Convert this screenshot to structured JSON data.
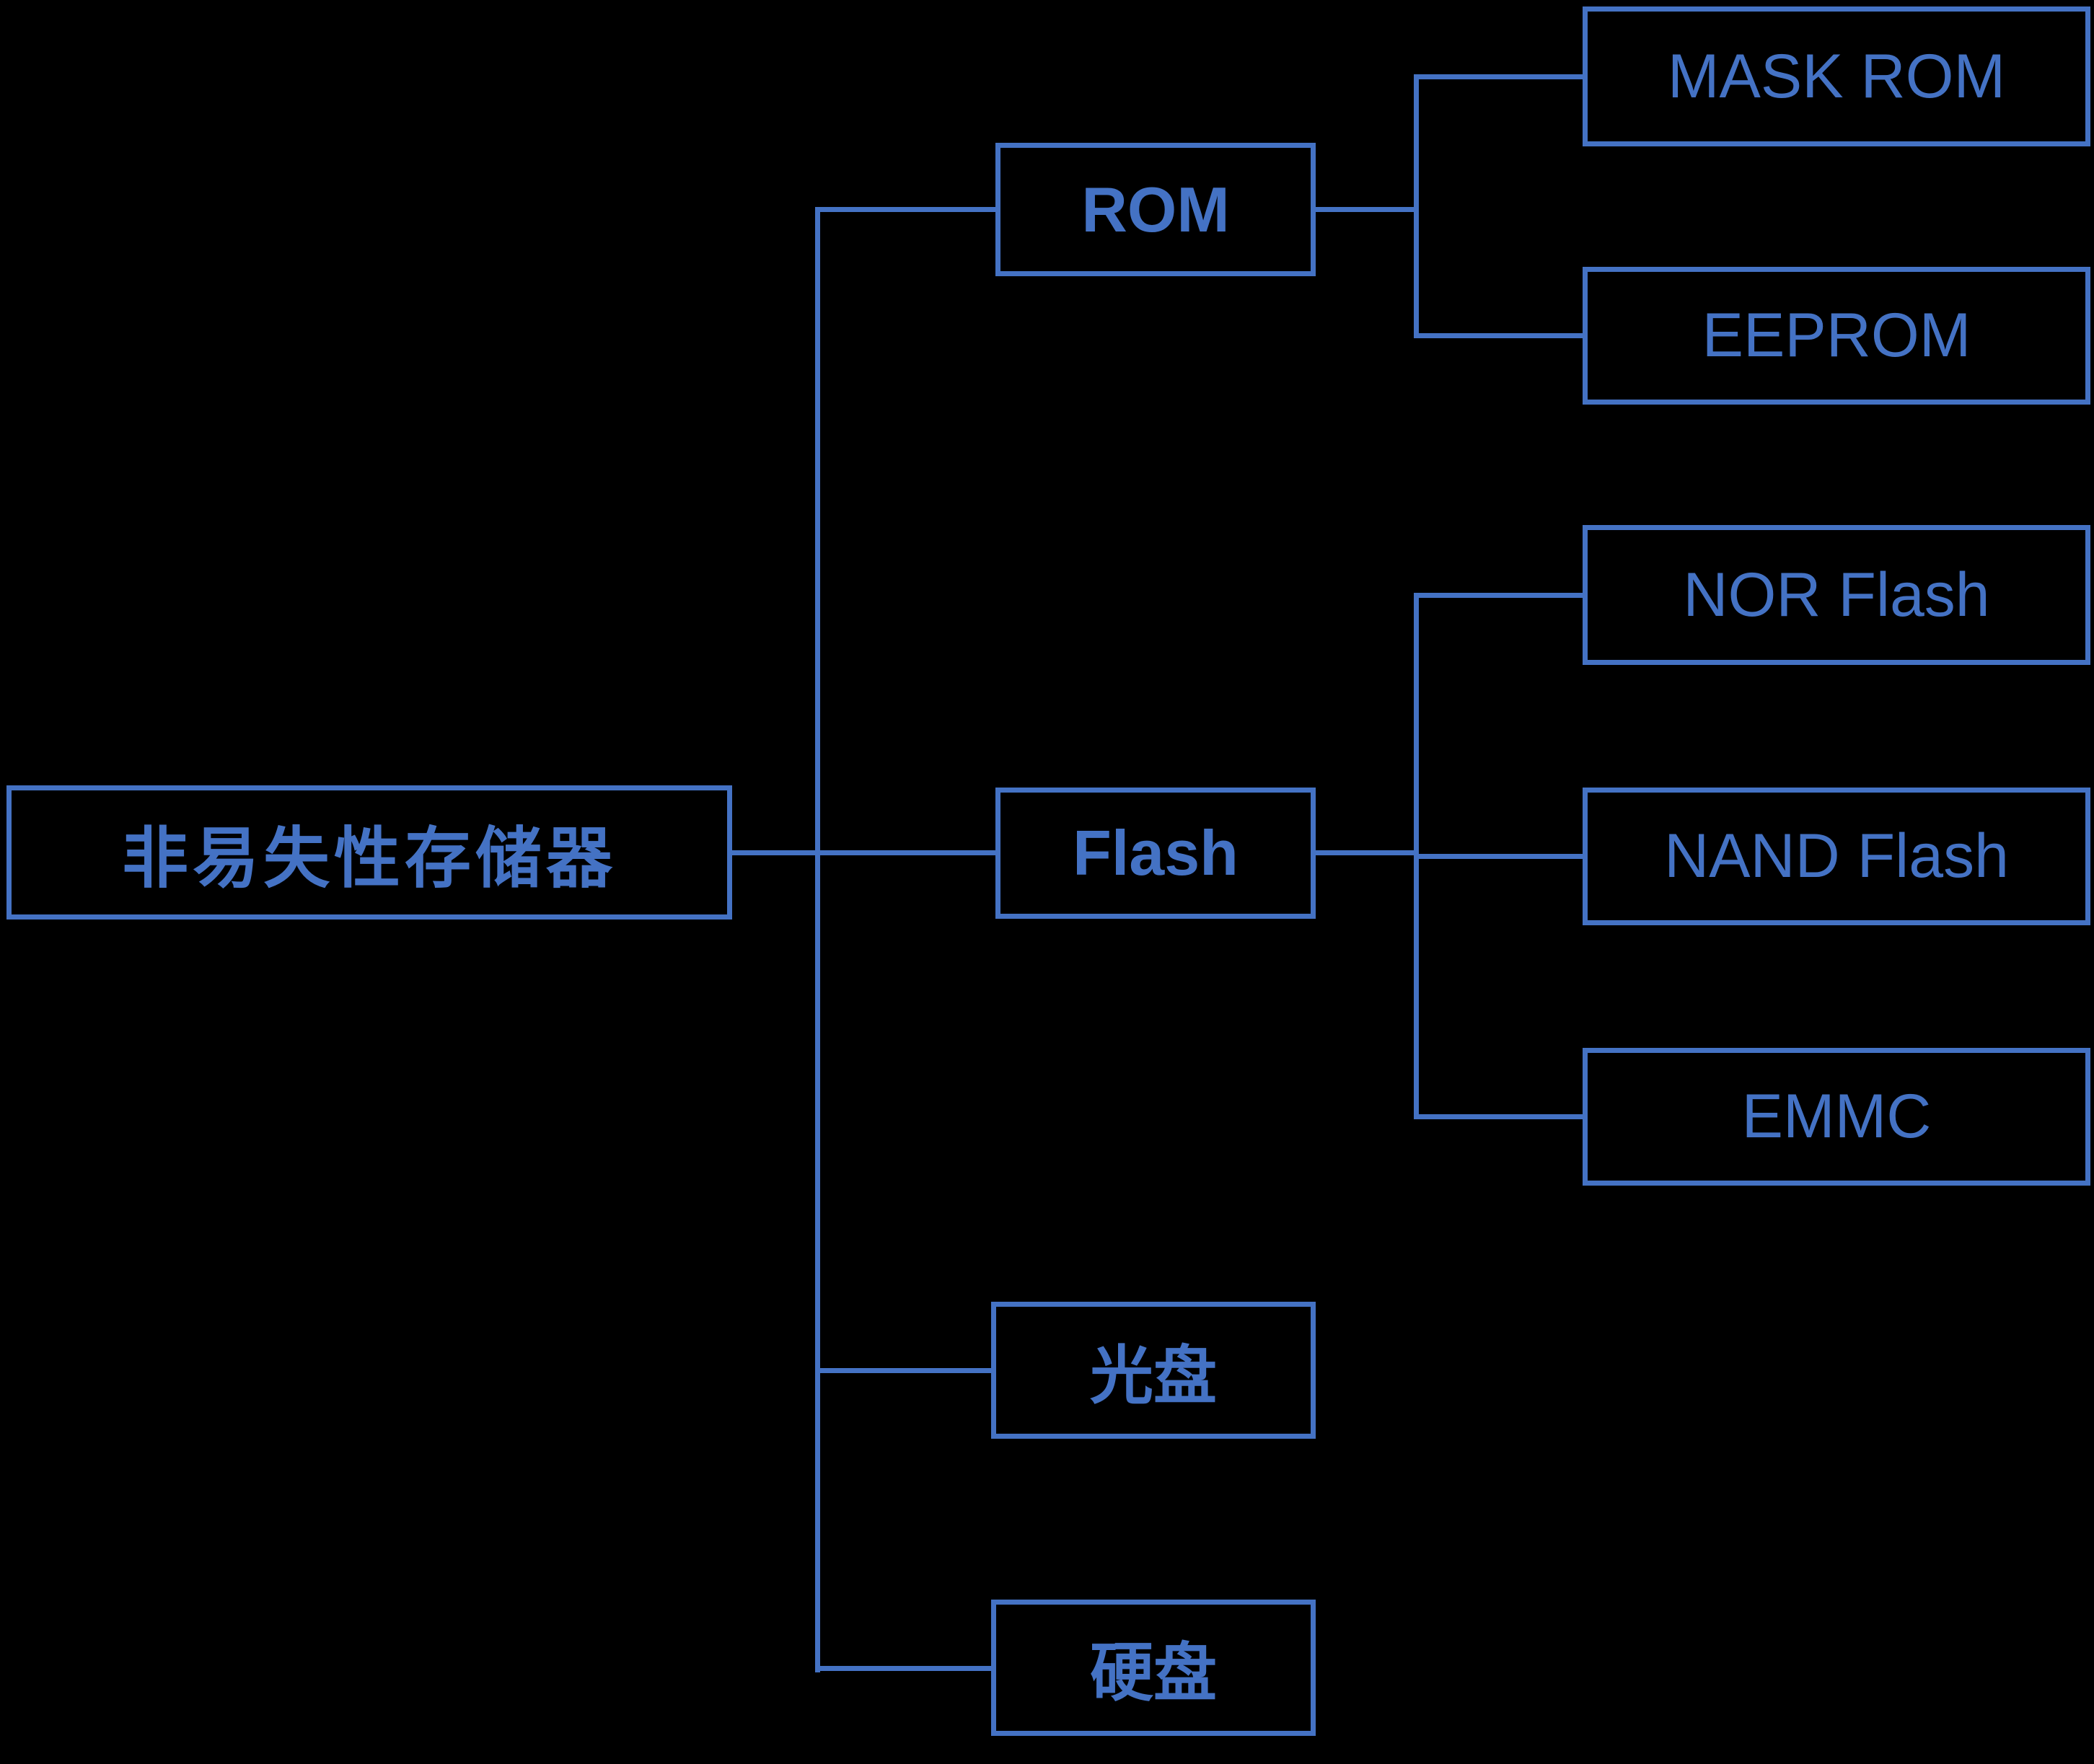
{
  "diagram": {
    "title": "non-volatile-memory-hierarchy",
    "colors": {
      "line": "#4472C4",
      "text": "#4472C4",
      "background": "#000000"
    },
    "root": {
      "label": "非易失性存储器"
    },
    "branches": [
      {
        "label": "ROM",
        "children": [
          {
            "label": "MASK ROM"
          },
          {
            "label": "EEPROM"
          }
        ]
      },
      {
        "label": "Flash",
        "children": [
          {
            "label": "NOR Flash"
          },
          {
            "label": "NAND Flash"
          },
          {
            "label": "EMMC"
          }
        ]
      },
      {
        "label": "光盘",
        "children": []
      },
      {
        "label": "硬盘",
        "children": []
      }
    ]
  }
}
